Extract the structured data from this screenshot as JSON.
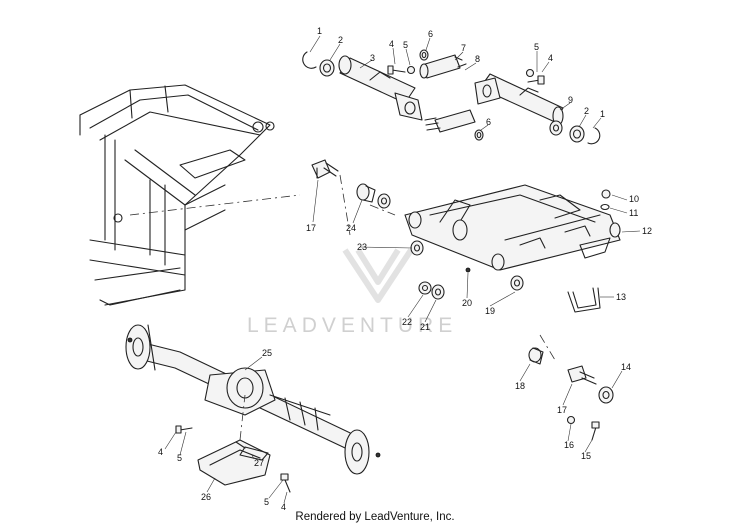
{
  "watermark": {
    "text": "LEADVENTURE"
  },
  "footer": {
    "text": "Rendered by LeadVenture, Inc."
  },
  "callouts": [
    {
      "id": "c1a",
      "label": "1"
    },
    {
      "id": "c2a",
      "label": "2"
    },
    {
      "id": "c3",
      "label": "3"
    },
    {
      "id": "c4a",
      "label": "4"
    },
    {
      "id": "c5a",
      "label": "5"
    },
    {
      "id": "c6a",
      "label": "6"
    },
    {
      "id": "c7",
      "label": "7"
    },
    {
      "id": "c8",
      "label": "8"
    },
    {
      "id": "c6b",
      "label": "6"
    },
    {
      "id": "c5b",
      "label": "5"
    },
    {
      "id": "c4b",
      "label": "4"
    },
    {
      "id": "c9",
      "label": "9"
    },
    {
      "id": "c2b",
      "label": "2"
    },
    {
      "id": "c1b",
      "label": "1"
    },
    {
      "id": "c10",
      "label": "10"
    },
    {
      "id": "c11",
      "label": "11"
    },
    {
      "id": "c12",
      "label": "12"
    },
    {
      "id": "c13",
      "label": "13"
    },
    {
      "id": "c14",
      "label": "14"
    },
    {
      "id": "c15",
      "label": "15"
    },
    {
      "id": "c16",
      "label": "16"
    },
    {
      "id": "c17a",
      "label": "17"
    },
    {
      "id": "c17b",
      "label": "17"
    },
    {
      "id": "c18",
      "label": "18"
    },
    {
      "id": "c19",
      "label": "19"
    },
    {
      "id": "c20",
      "label": "20"
    },
    {
      "id": "c21",
      "label": "21"
    },
    {
      "id": "c22",
      "label": "22"
    },
    {
      "id": "c23",
      "label": "23"
    },
    {
      "id": "c24",
      "label": "24"
    },
    {
      "id": "c25",
      "label": "25"
    },
    {
      "id": "c26",
      "label": "26"
    },
    {
      "id": "c27",
      "label": "27"
    },
    {
      "id": "c4c",
      "label": "4"
    },
    {
      "id": "c5c",
      "label": "5"
    },
    {
      "id": "c5d",
      "label": "5"
    },
    {
      "id": "c4d",
      "label": "4"
    }
  ]
}
